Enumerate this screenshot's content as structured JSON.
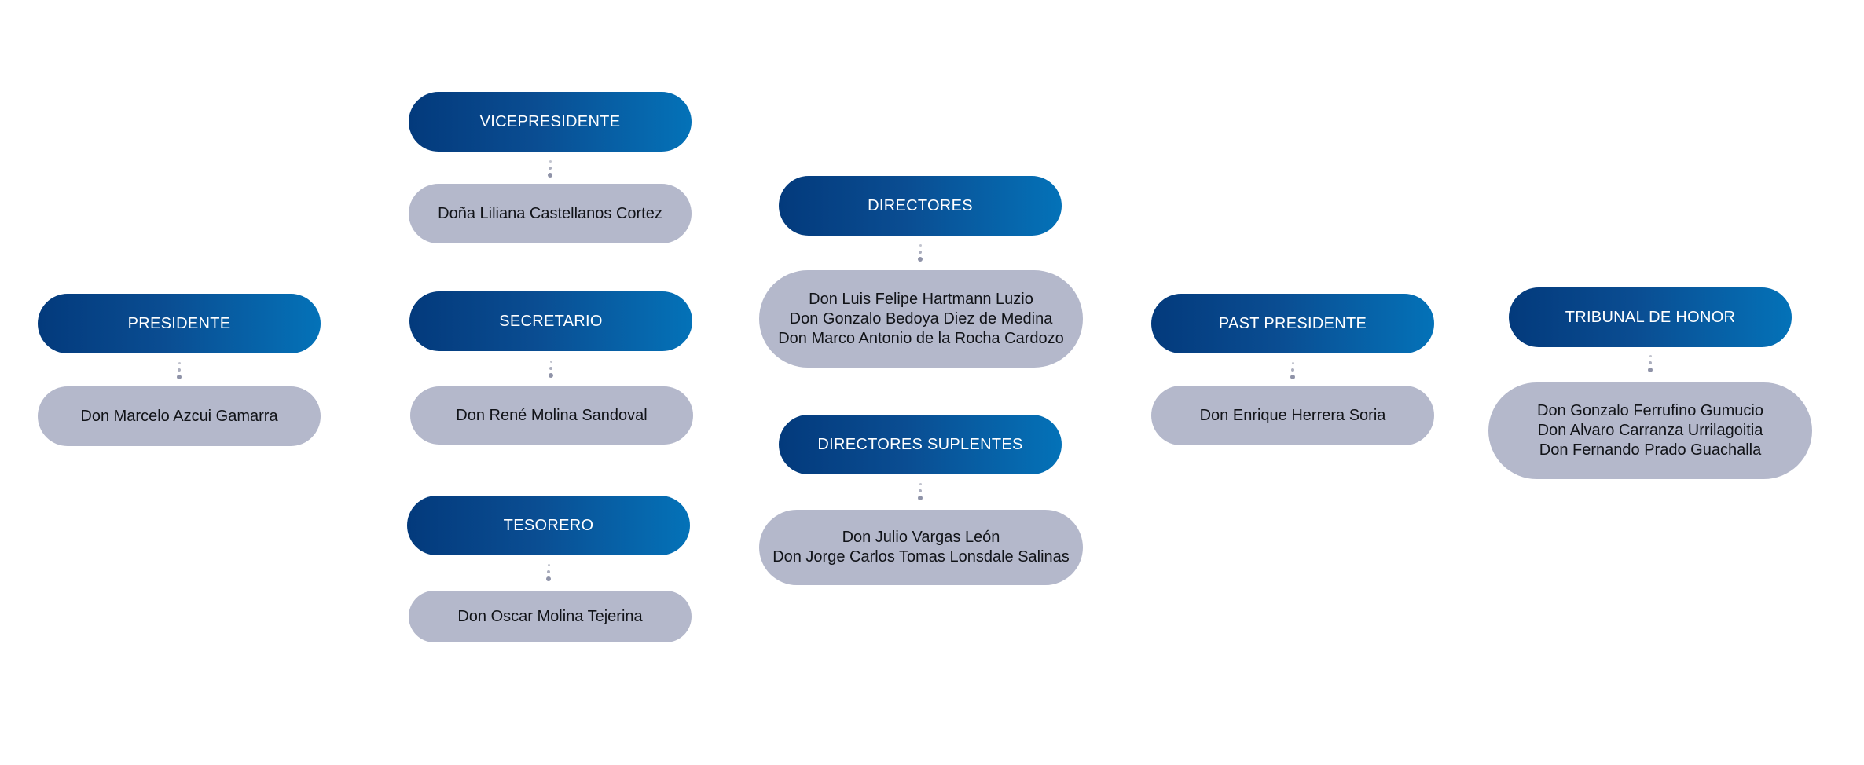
{
  "colors": {
    "title_gradient_start": "#033a7c",
    "title_gradient_end": "#0472b8",
    "title_text": "#ffffff",
    "name_background": "#b4b8cb",
    "name_text": "#111318",
    "connector_dots": "#8f93a8"
  },
  "presidente": {
    "title": "PRESIDENTE",
    "names": [
      "Don Marcelo Azcui Gamarra"
    ]
  },
  "vicepresidente": {
    "title": "VICEPRESIDENTE",
    "names": [
      "Doña Liliana Castellanos Cortez"
    ]
  },
  "secretario": {
    "title": "SECRETARIO",
    "names": [
      "Don René Molina Sandoval"
    ]
  },
  "tesorero": {
    "title": "TESORERO",
    "names": [
      "Don Oscar Molina Tejerina"
    ]
  },
  "directores": {
    "title": "DIRECTORES",
    "names": [
      "Don Luis Felipe Hartmann Luzio",
      "Don Gonzalo Bedoya Diez de Medina",
      "Don Marco Antonio de la Rocha Cardozo"
    ]
  },
  "directores_suplentes": {
    "title": "DIRECTORES SUPLENTES",
    "names": [
      "Don Julio Vargas León",
      "Don Jorge Carlos Tomas Lonsdale Salinas"
    ]
  },
  "past_presidente": {
    "title": "PAST PRESIDENTE",
    "names": [
      "Don Enrique Herrera Soria"
    ]
  },
  "tribunal_de_honor": {
    "title": "TRIBUNAL DE HONOR",
    "names": [
      "Don Gonzalo Ferrufino Gumucio",
      "Don Alvaro Carranza Urrilagoitia",
      "Don Fernando Prado Guachalla"
    ]
  }
}
